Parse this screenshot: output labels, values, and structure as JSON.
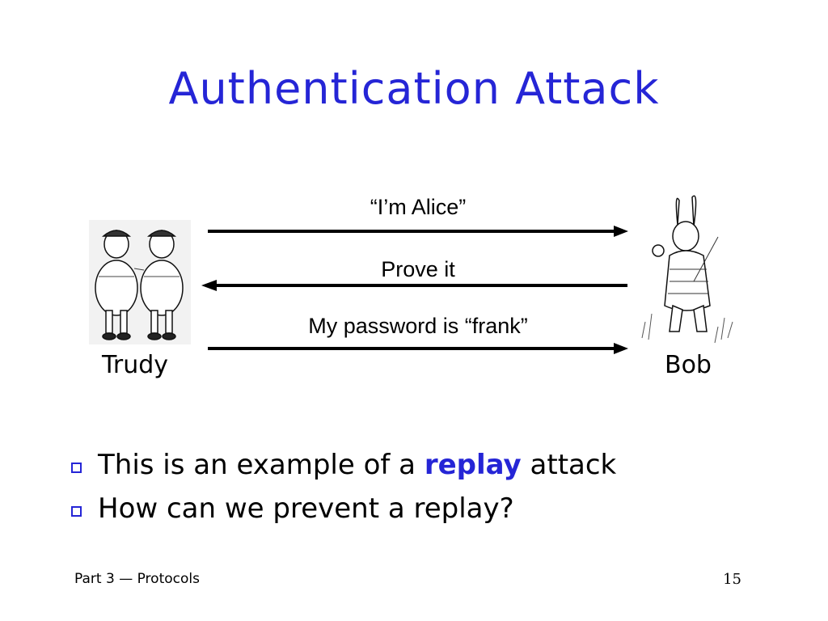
{
  "slide": {
    "title": "Authentication Attack"
  },
  "diagram": {
    "messages": [
      {
        "text": "“I’m Alice”",
        "direction": "right"
      },
      {
        "text": "Prove it",
        "direction": "left"
      },
      {
        "text": "My password is “frank”",
        "direction": "right"
      }
    ],
    "left_party": "Trudy",
    "right_party": "Bob"
  },
  "bullets": {
    "item1": {
      "before": "This is an example of a ",
      "emphasis": "replay",
      "after": " attack"
    },
    "item2": {
      "text": "How can we prevent a replay?"
    }
  },
  "footer": {
    "part": "Part 3",
    "dash": "—",
    "topic": "Protocols",
    "page_number": "15"
  },
  "colors": {
    "title": "#2525d6",
    "bullet": "#2525d6",
    "emphasis": "#2525d6"
  }
}
